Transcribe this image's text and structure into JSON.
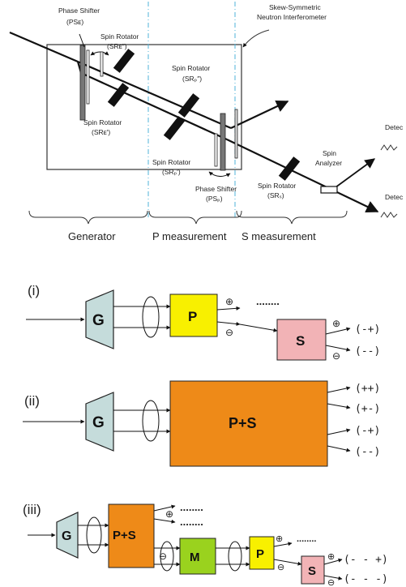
{
  "top": {
    "phase_shifter_e_line1": "Phase Shifter",
    "phase_shifter_e_line2": "(PSᴇ)",
    "spin_rotator_e2_line1": "Spin Rotator",
    "spin_rotator_e2_line2": "(SRᴇ″)",
    "spin_rotator_e1_line1": "Spin Rotator",
    "spin_rotator_e1_line2": "(SRᴇ′)",
    "spin_rotator_p2_line1": "Spin Rotator",
    "spin_rotator_p2_line2": "(SRₚ″)",
    "spin_rotator_p1_line1": "Spin Rotator",
    "spin_rotator_p1_line2": "(SRₚ′)",
    "phase_shifter_p_line1": "Phase Shifter",
    "phase_shifter_p_line2": "(PSₚ)",
    "spin_rotator_s_line1": "Spin Rotator",
    "spin_rotator_s_line2": "(SRₛ)",
    "interferometer_line1": "Skew-Symmetric",
    "interferometer_line2": "Neutron Interferometer",
    "spin_analyzer_line1": "Spin",
    "spin_analyzer_line2": "Analyzer",
    "detector_upper": "Detec",
    "detector_lower": "Detec",
    "stage_generator": "Generator",
    "stage_p": "P measurement",
    "stage_s": "S measurement"
  },
  "panel_i": {
    "label": "(i)",
    "g": "G",
    "p": "P",
    "s": "S",
    "dots": "........",
    "plus": "⊕",
    "minus": "⊖",
    "out_top": "(-+)",
    "out_bottom": "(--)"
  },
  "panel_ii": {
    "label": "(ii)",
    "g": "G",
    "ps": "P+S",
    "out_1": "(++)",
    "out_2": "(+-)",
    "out_3": "(-+)",
    "out_4": "(--)"
  },
  "panel_iii": {
    "label": "(iii)",
    "g": "G",
    "ps": "P+S",
    "m": "M",
    "p": "P",
    "s": "S",
    "dots_1": "........",
    "dots_2": "........",
    "dots_3": "........",
    "plus": "⊕",
    "minus": "⊖",
    "out_top": "(- - +)",
    "out_bottom": "(- - -)"
  },
  "colors": {
    "generator_fill": "#c5dcdb",
    "p_fill": "#f8f000",
    "s_fill": "#f2b3b6",
    "ps_fill": "#ee8a18",
    "m_fill": "#9ad21e",
    "dash_line": "#4fb3d9"
  }
}
